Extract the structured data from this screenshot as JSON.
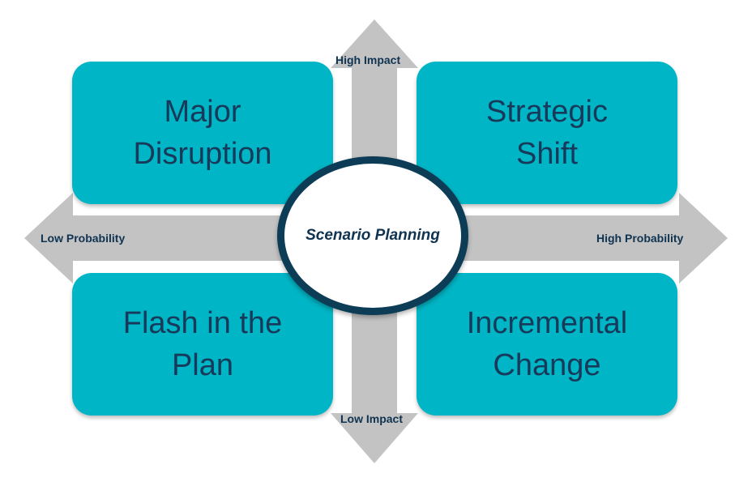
{
  "colors": {
    "quadrant_fill": "#00b5c5",
    "quadrant_text": "#173a5a",
    "arrow_fill": "#c3c3c3",
    "circle_border": "#0d3d56",
    "label_text": "#0f3350"
  },
  "center": {
    "label": "Scenario Planning"
  },
  "axes": {
    "top": "High Impact",
    "bottom": "Low Impact",
    "left": "Low Probability",
    "right": "High Probability"
  },
  "quadrants": {
    "top_left": {
      "line1": "Major",
      "line2": "Disruption"
    },
    "top_right": {
      "line1": "Strategic",
      "line2": "Shift"
    },
    "bottom_left": {
      "line1": "Flash in the",
      "line2": "Plan"
    },
    "bottom_right": {
      "line1": "Incremental",
      "line2": "Change"
    }
  }
}
